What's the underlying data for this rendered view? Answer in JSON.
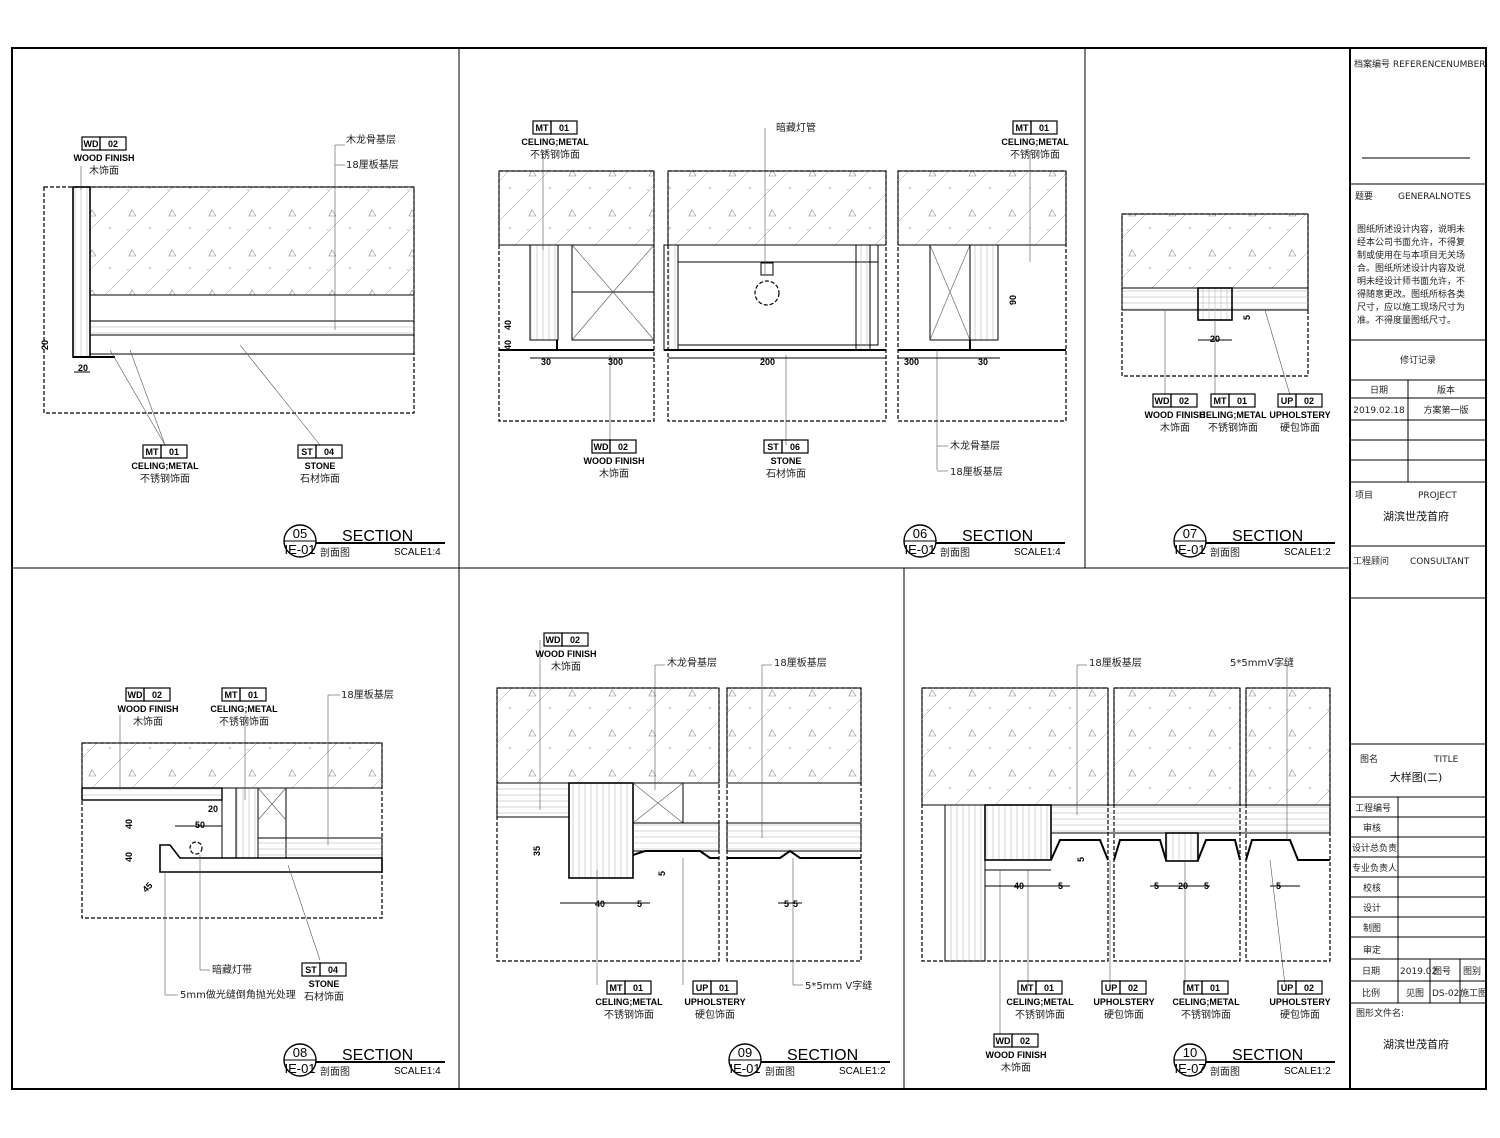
{
  "title_block": {
    "reference_label": "档案编号 REFERENCENUMBER",
    "notes_label": "题要",
    "notes_label_en": "GENERALNOTES",
    "notes_text": [
      "图纸所述设计内容，说明未",
      "经本公司书面允许，不得复",
      "制或使用在与本项目无关场",
      "合。图纸所述设计内容及说",
      "明未经设计师书面允许，不",
      "得随意更改。图纸所标各类",
      "尺寸，应以施工现场尺寸为",
      "准。不得度量图纸尺寸。"
    ],
    "revision_label": "修订记录",
    "date_header": "日期",
    "version_header": "版本",
    "revision_date": "2019.02.18",
    "revision_version": "方案第一版",
    "project_label": "项目",
    "project_label_en": "PROJECT",
    "project_name": "湖滨世茂首府",
    "consultant_label": "工程顾问",
    "consultant_label_en": "CONSULTANT",
    "drawing_title_label": "图名",
    "drawing_title_label_en": "TITLE",
    "drawing_title": "大样图(二)",
    "rows": [
      "工程编号",
      "审核",
      "设计总负责",
      "专业负责人",
      "校核",
      "设计",
      "制图",
      "审定"
    ],
    "date_row_label": "日期",
    "date_row_value": "2019.02",
    "drawing_no_label": "图号",
    "drawing_no_header": "图别",
    "scale_row_label": "比例",
    "scale_row_value": "见图",
    "drawing_no": "DS-02",
    "stage": "施工图",
    "file_label": "图形文件名:",
    "file_name": "湖滨世茂首府"
  },
  "details": [
    {
      "number": "05",
      "ref": "IE-01",
      "title": "SECTION",
      "title_cn": "剖面图",
      "scale": "SCALE1:4"
    },
    {
      "number": "06",
      "ref": "IE-01",
      "title": "SECTION",
      "title_cn": "剖面图",
      "scale": "SCALE1:4"
    },
    {
      "number": "07",
      "ref": "IE-01",
      "title": "SECTION",
      "title_cn": "剖面图",
      "scale": "SCALE1:2"
    },
    {
      "number": "08",
      "ref": "IE-01",
      "title": "SECTION",
      "title_cn": "剖面图",
      "scale": "SCALE1:4"
    },
    {
      "number": "09",
      "ref": "IE-01",
      "title": "SECTION",
      "title_cn": "剖面图",
      "scale": "SCALE1:2"
    },
    {
      "number": "10",
      "ref": "IE-07",
      "title": "SECTION",
      "title_cn": "剖面图",
      "scale": "SCALE1:2"
    }
  ],
  "materials": {
    "wd02": {
      "code": "WD",
      "no": "02",
      "en": "WOOD FINISH",
      "cn": "木饰面"
    },
    "mt01": {
      "code": "MT",
      "no": "01",
      "en": "CELING;METAL",
      "cn": "不锈钢饰面"
    },
    "st04": {
      "code": "ST",
      "no": "04",
      "en": "STONE",
      "cn": "石材饰面"
    },
    "st06": {
      "code": "ST",
      "no": "06",
      "en": "STONE",
      "cn": "石材饰面"
    },
    "up01": {
      "code": "UP",
      "no": "01",
      "en": "UPHOLSTERY",
      "cn": "硬包饰面"
    },
    "up02": {
      "code": "UP",
      "no": "02",
      "en": "UPHOLSTERY",
      "cn": "硬包饰面"
    }
  },
  "notes": {
    "keel": "木龙骨基层",
    "board18": "18厘板基层",
    "light_tube": "暗藏灯管",
    "hidden_light": "暗藏灯带",
    "gap55": "5*5mmV字缝",
    "gap55b": "5*5mm V字缝",
    "stone_note": "5mm做光缝倒角抛光处理"
  },
  "dims": {
    "d05": [
      "20",
      "20"
    ],
    "d06": [
      "40",
      "40",
      "30",
      "300",
      "200",
      "300",
      "30",
      "90"
    ],
    "d07": [
      "20",
      "5"
    ],
    "d08": [
      "40",
      "20",
      "50",
      "40",
      "45"
    ],
    "d09": [
      "35",
      "40",
      "5",
      "5",
      "5",
      "5"
    ],
    "d10": [
      "40",
      "5",
      "5",
      "20",
      "5",
      "5",
      "5"
    ]
  }
}
